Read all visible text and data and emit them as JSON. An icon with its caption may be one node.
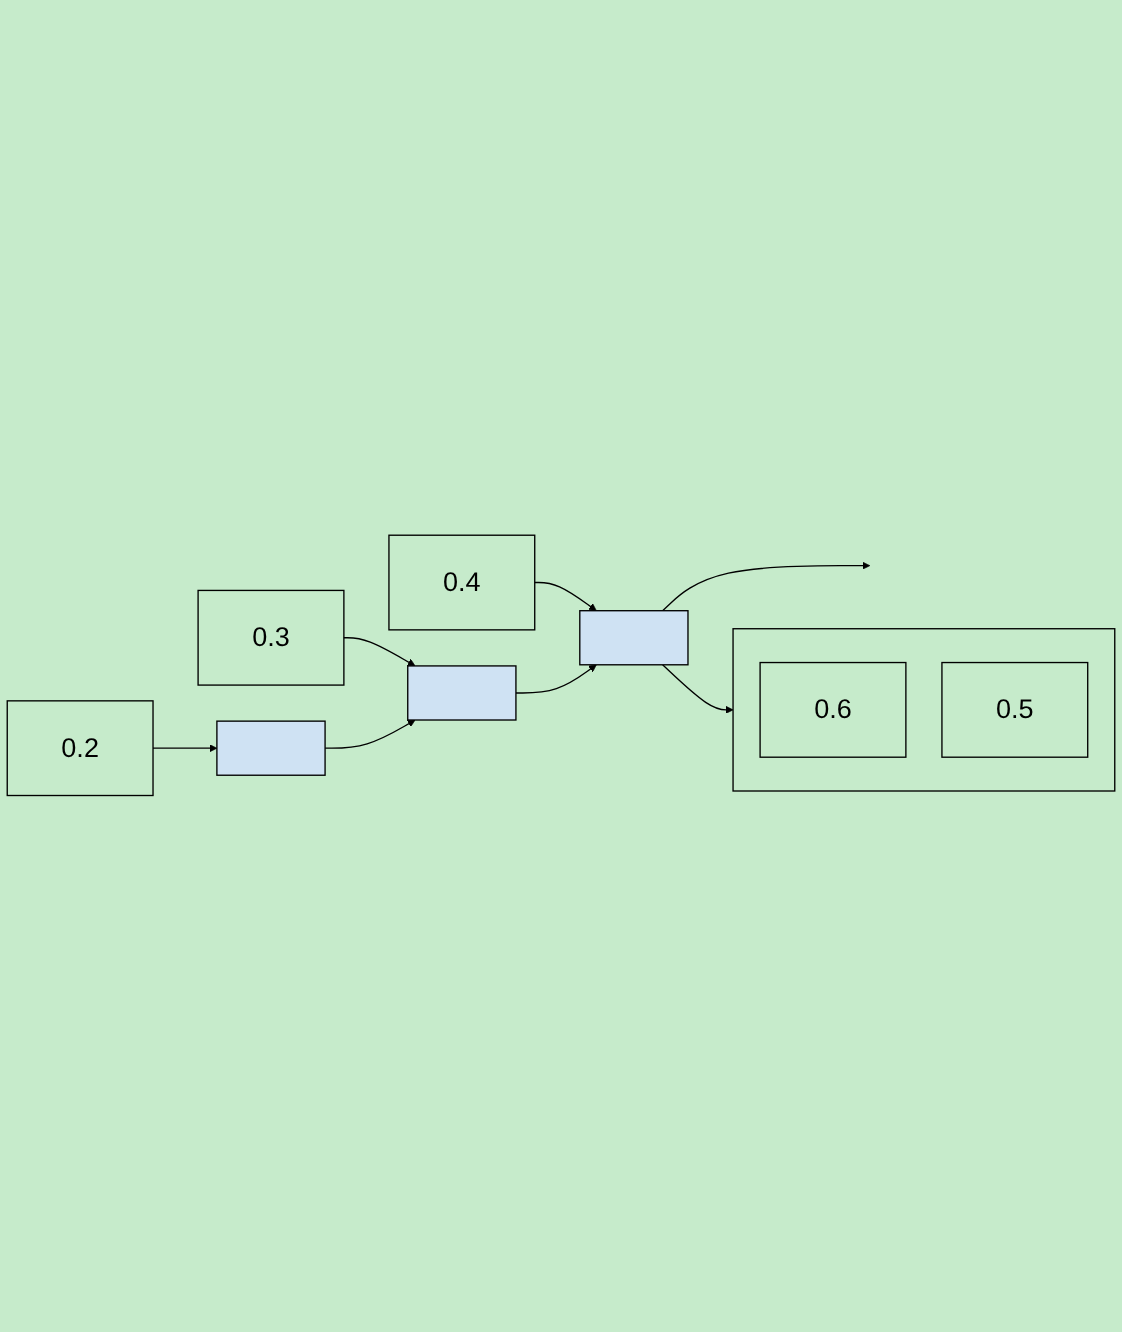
{
  "diagram": {
    "nodes": [
      {
        "text": [],
        "shape": "box"
      },
      {
        "text": [
          "0.6"
        ],
        "in": 0
      },
      {
        "text": [
          "0.5"
        ],
        "in": 0
      },
      {
        "text": [],
        "shape": "box"
      },
      {
        "text": [],
        "shape": "box"
      },
      {
        "text": [],
        "shape": "box"
      },
      {
        "text": [
          "0.2"
        ]
      },
      {
        "text": [
          "0.3"
        ]
      },
      {
        "text": [
          "0.4"
        ]
      }
    ],
    "edges": [
      {
        "from": 6,
        "to": 3,
        "arrow": "to"
      },
      {
        "from": 7,
        "to": 4,
        "arrow": "to"
      },
      {
        "from": 8,
        "to": 5,
        "arrow": "to"
      },
      {
        "from": 3,
        "to": 4,
        "arrow": "to"
      },
      {
        "from": 4,
        "to": 5,
        "arrow": "to"
      },
      {
        "from": 5,
        "to": 0,
        "arrow": "to"
      },
      {
        "from": 5,
        "to": null,
        "arrow": "to"
      }
    ]
  }
}
